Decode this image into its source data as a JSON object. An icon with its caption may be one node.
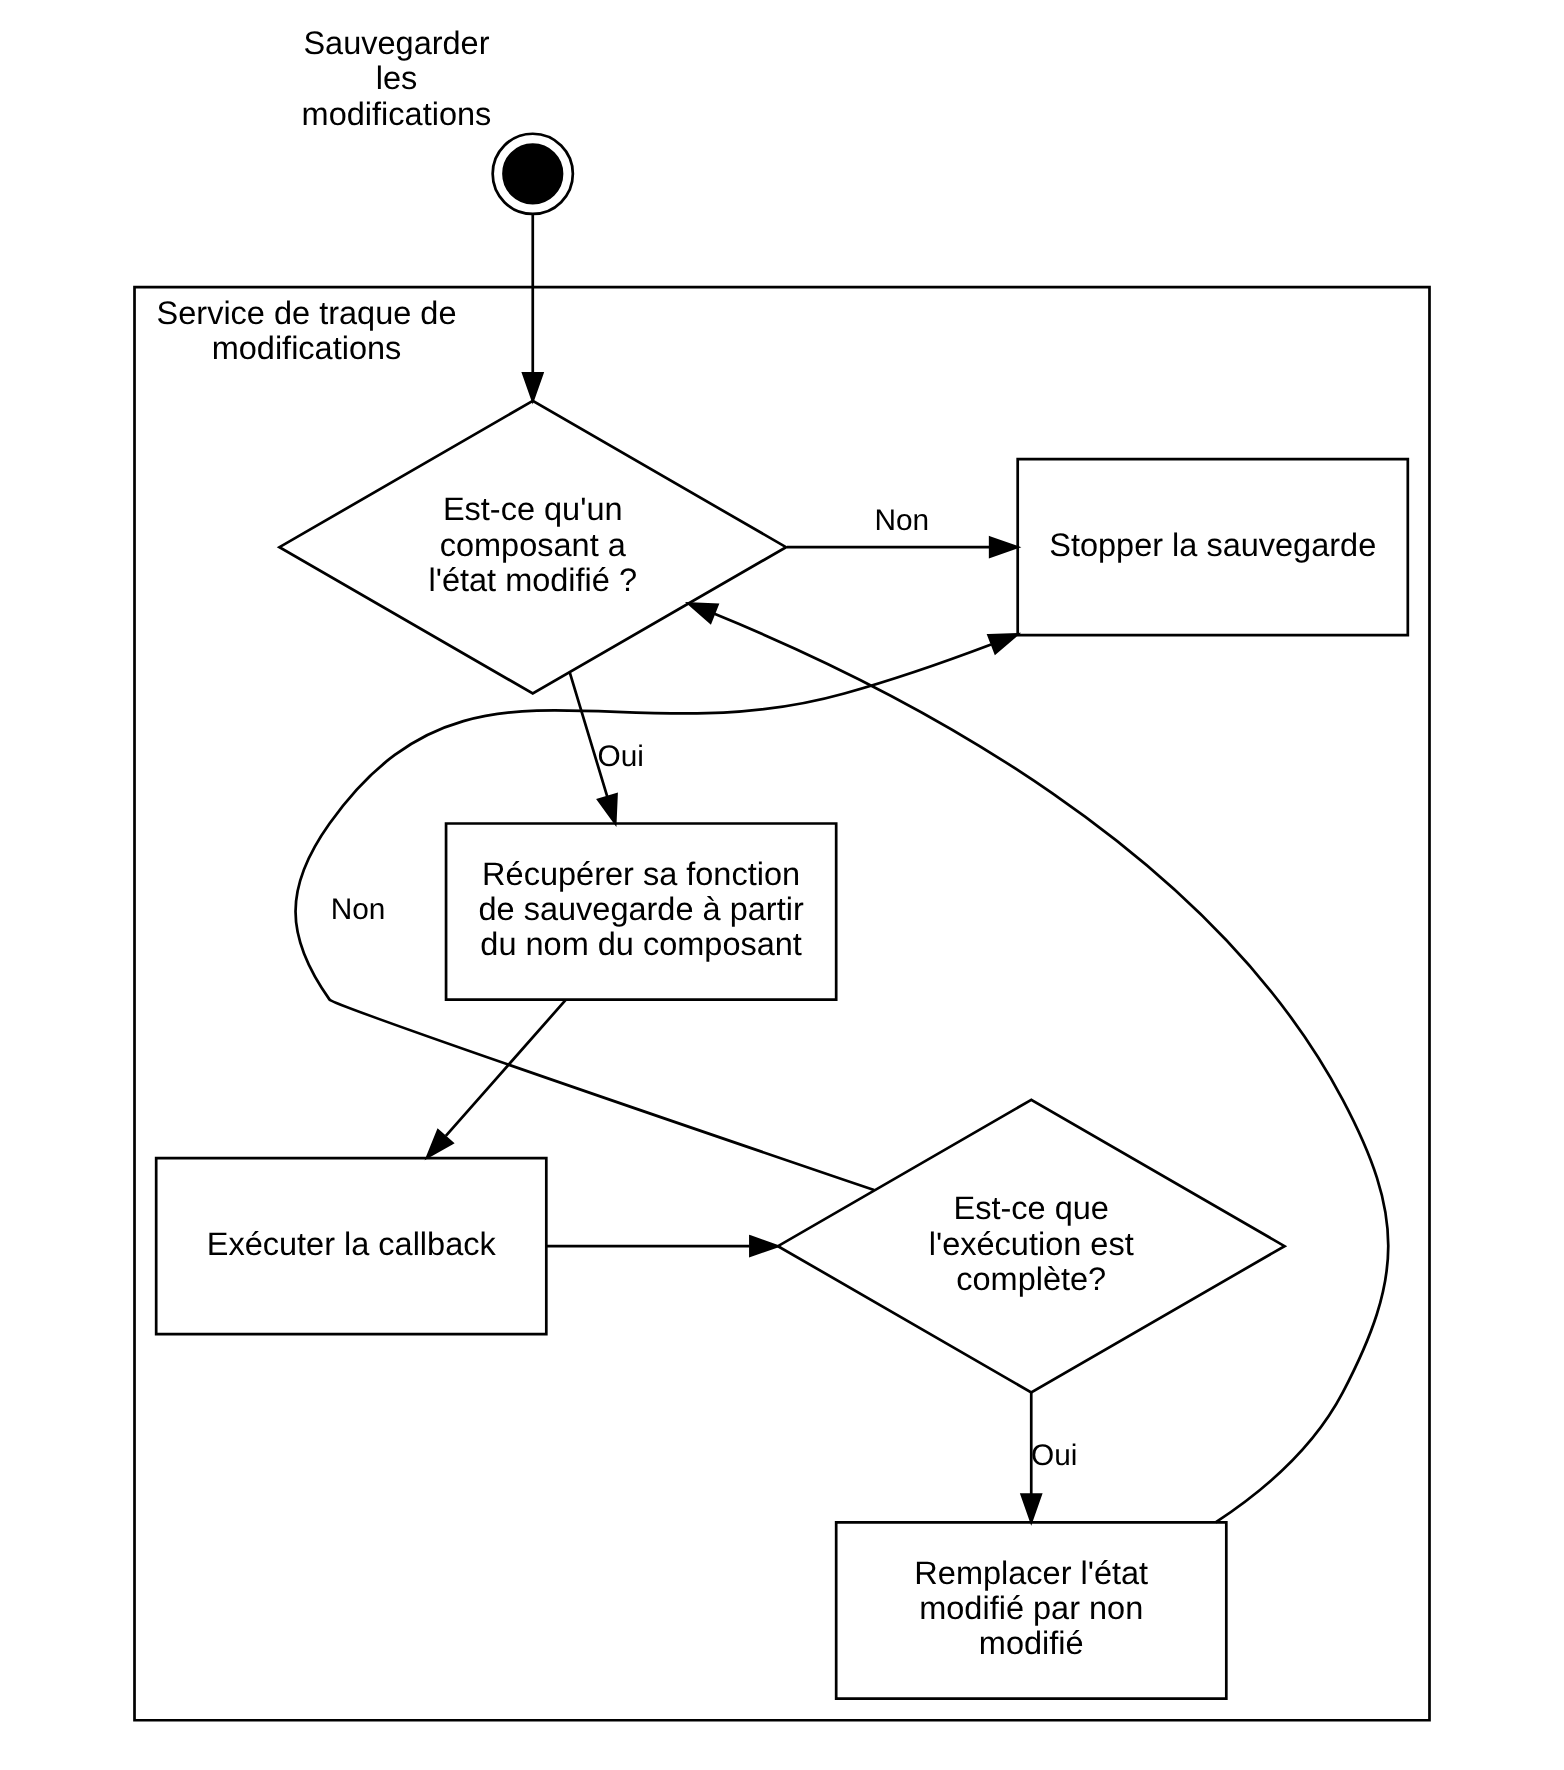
{
  "diagram": {
    "nodes": [
      {
        "text": [],
        "shape": "circle",
        "beside": [
          "Sauvegarder les modifications"
        ]
      },
      {
        "text": [
          "Service de traque de modifications"
        ]
      },
      {
        "text": [
          "Est-ce qu'un composant a l'état modifié ?"
        ],
        "in": 1
      },
      {
        "text": [
          "Stopper la sauvegarde"
        ],
        "in": 1
      },
      {
        "text": [
          "Récupérer sa fonction de sauvegarde à partir du nom du composant"
        ],
        "in": 1
      },
      {
        "text": [
          "Exécuter la callback"
        ],
        "in": 1
      },
      {
        "text": [
          "Est-ce que l'exécution est complète?"
        ],
        "in": 1
      },
      {
        "text": [
          "Remplacer l'état modifié par non modifié"
        ],
        "in": 1
      }
    ],
    "edges": [
      {
        "from": 0,
        "to": 2,
        "arrow": "to"
      },
      {
        "from": 2,
        "to": 3,
        "arrow": "to",
        "label": "Non"
      },
      {
        "from": 2,
        "to": 4,
        "arrow": "to",
        "label": "Oui"
      },
      {
        "from": 4,
        "to": 5,
        "arrow": "to"
      },
      {
        "from": 5,
        "to": 6,
        "arrow": "to"
      },
      {
        "from": 6,
        "to": 3,
        "arrow": "to",
        "label": "Non"
      },
      {
        "from": 6,
        "to": 7,
        "arrow": "to",
        "label": "Oui"
      },
      {
        "from": 7,
        "to": 2,
        "arrow": "to"
      }
    ]
  }
}
